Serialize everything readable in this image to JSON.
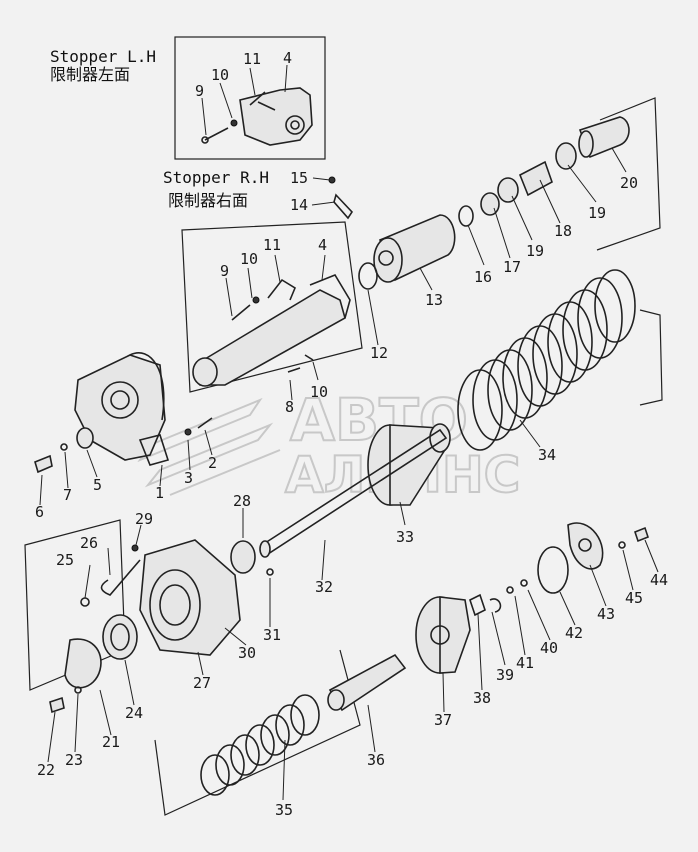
{
  "captions": {
    "stopper_lh_en": "Stopper L.H",
    "stopper_lh_cn": "限制器左面",
    "stopper_rh_en": "Stopper R.H",
    "stopper_rh_cn": "限制器右面"
  },
  "watermark": {
    "line1": "АВТО",
    "line2": "АЛЬЯНС"
  },
  "callouts": [
    "11",
    "4",
    "10",
    "9",
    "15",
    "14",
    "20",
    "19",
    "18",
    "19",
    "17",
    "16",
    "13",
    "12",
    "11",
    "4",
    "9",
    "10",
    "8",
    "10",
    "34",
    "33",
    "1",
    "3",
    "2",
    "7",
    "6",
    "5",
    "28",
    "29",
    "26",
    "25",
    "32",
    "31",
    "30",
    "27",
    "24",
    "21",
    "23",
    "22",
    "44",
    "45",
    "43",
    "42",
    "40",
    "41",
    "39",
    "38",
    "37",
    "36",
    "35"
  ]
}
